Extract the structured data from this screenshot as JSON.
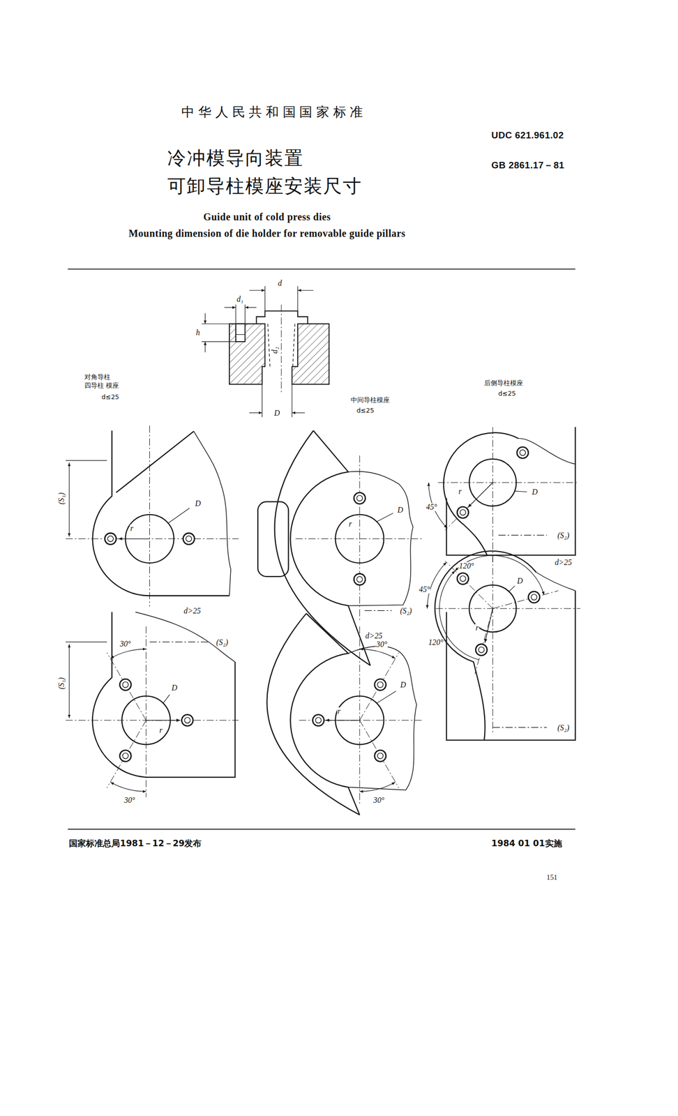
{
  "diagram": {
    "title": "冷冲模导向装置 可卸导柱模座安装尺寸",
    "labels": [
      "中华人民共和国国家标准",
      "UDC 621.961.02",
      "GB 2861.17－81",
      "Guide unit of cold press dies",
      "Mounting dimension of die holder for removable guide pillars",
      "d",
      "d₁",
      "h",
      "d₂",
      "D",
      "对角导柱 四导柱 模座",
      "d≤25",
      "中间导柱模座",
      "d≤25",
      "后侧导柱模座",
      "d≤25",
      "(S₁)",
      "D",
      "r",
      "D",
      "r",
      "(S₂)",
      "r",
      "D",
      "45°",
      "(S₂)",
      "120°",
      "d>25",
      "45°",
      "D",
      "r",
      "120°",
      "(S₂)",
      "d>25",
      "30°",
      "(S₂)",
      "(S₁)",
      "D",
      "r",
      "30°",
      "d>25",
      "30°",
      "D",
      "r",
      "30°",
      "国家标准总局1981－12－29发布",
      "1984 01 01实施",
      "151"
    ]
  }
}
